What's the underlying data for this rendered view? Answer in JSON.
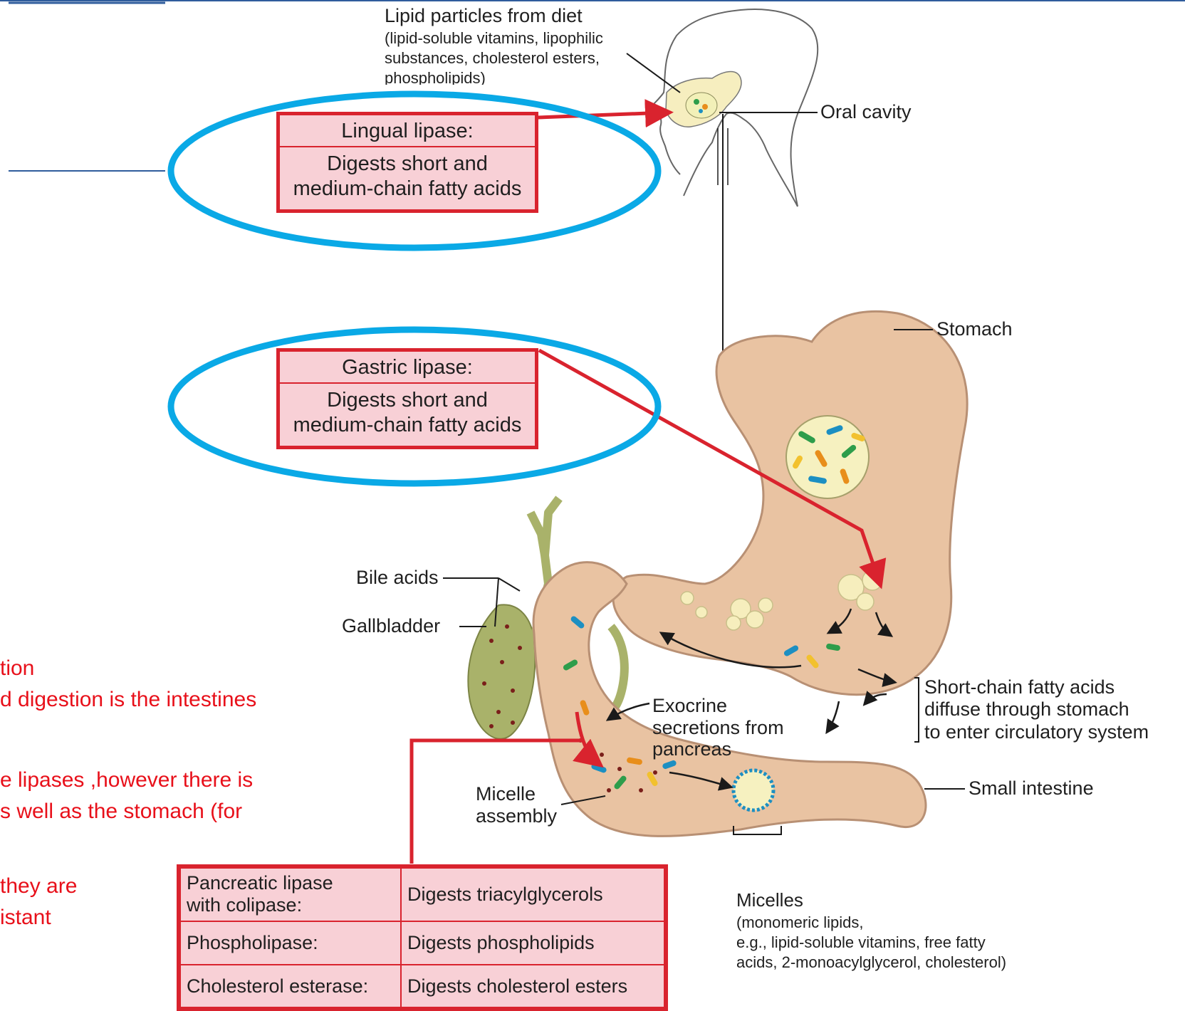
{
  "mouth": {
    "lipid_title": "Lipid particles from diet",
    "lipid_detail_1": "(lipid-soluble vitamins, lipophilic",
    "lipid_detail_2": "substances, cholesterol esters,",
    "lipid_detail_3": "phospholipids)",
    "oral_cavity": "Oral cavity"
  },
  "lingual_box": {
    "title": "Lingual lipase:",
    "desc_1": "Digests short and",
    "desc_2": "medium-chain fatty acids"
  },
  "gastric_box": {
    "title": "Gastric lipase:",
    "desc_1": "Digests short and",
    "desc_2": "medium-chain fatty acids"
  },
  "organs": {
    "stomach": "Stomach",
    "bile_acids": "Bile acids",
    "gallbladder": "Gallbladder",
    "exocrine_1": "Exocrine",
    "exocrine_2": "secretions from",
    "exocrine_3": "pancreas",
    "small_intestine": "Small intestine",
    "micelle_1": "Micelle",
    "micelle_2": "assembly"
  },
  "short_chain": {
    "line_1": "Short-chain fatty acids",
    "line_2": "diffuse through stomach",
    "line_3": "to enter circulatory system"
  },
  "micelles": {
    "title": "Micelles",
    "line_1": "(monomeric lipids,",
    "line_2": "e.g., lipid-soluble vitamins, free fatty",
    "line_3": "acids, 2-monoacylglycerol, cholesterol)"
  },
  "enzymes": [
    {
      "name_1": "Pancreatic lipase",
      "name_2": "with colipase:",
      "action": "Digests triacylglycerols"
    },
    {
      "name_1": "Phospholipase:",
      "name_2": "",
      "action": "Digests phospholipids"
    },
    {
      "name_1": "Cholesterol esterase:",
      "name_2": "",
      "action": "Digests cholesterol esters"
    }
  ],
  "notes": {
    "line_1": "tion",
    "line_2": "d digestion is the intestines",
    "line_3": "e lipases ,however there is",
    "line_4": "s well as the stomach (for",
    "line_5": "they are",
    "line_6": "istant"
  },
  "colors": {
    "red": "#d9232e",
    "pink": "#f8d0d6",
    "blue_ellipse": "#0aa9e6",
    "tissue": "#e9c3a2",
    "gallbladder": "#a9b26a",
    "note_text": "#e8101a"
  }
}
